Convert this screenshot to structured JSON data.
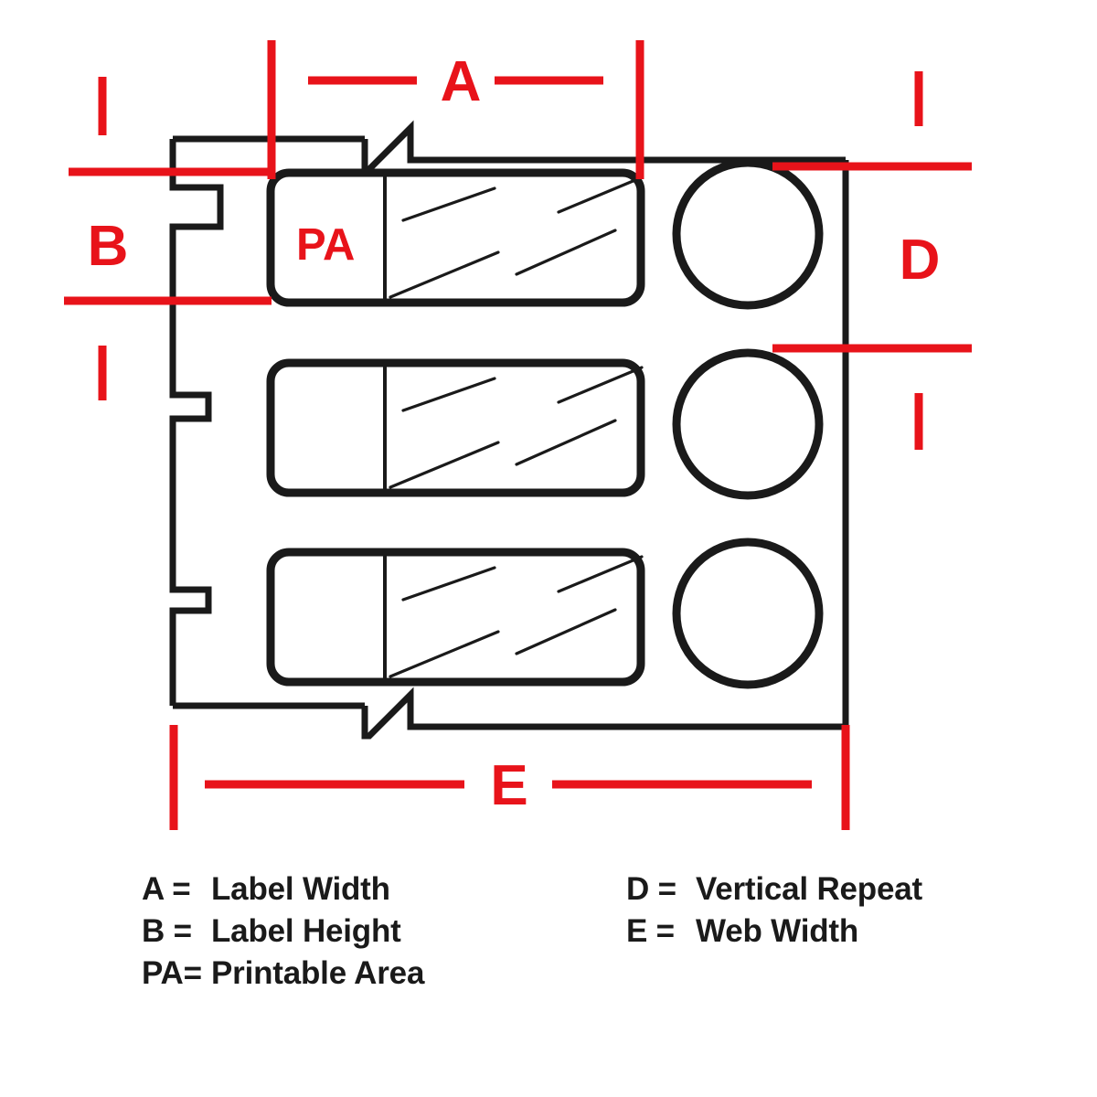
{
  "diagram": {
    "title": "Label web dimension diagram",
    "colors": {
      "dimension_red": "#e8131a",
      "outline_black": "#1a1a1a",
      "background": "#ffffff"
    },
    "dimension_labels": {
      "a": "A",
      "b": "B",
      "d": "D",
      "e": "E",
      "pa": "PA"
    },
    "labels": [
      {
        "id": "label-1",
        "has_pa_text": true,
        "pa_text": "PA"
      },
      {
        "id": "label-2",
        "has_pa_text": false,
        "pa_text": ""
      },
      {
        "id": "label-3",
        "has_pa_text": false,
        "pa_text": ""
      }
    ],
    "circles_count": 3
  },
  "legend": {
    "left": [
      {
        "key": "A =",
        "desc": "Label Width"
      },
      {
        "key": "B =",
        "desc": "Label Height"
      },
      {
        "key": "PA=",
        "desc": "Printable Area"
      }
    ],
    "right": [
      {
        "key": "D =",
        "desc": "Vertical Repeat"
      },
      {
        "key": "E =",
        "desc": "Web Width"
      }
    ]
  }
}
